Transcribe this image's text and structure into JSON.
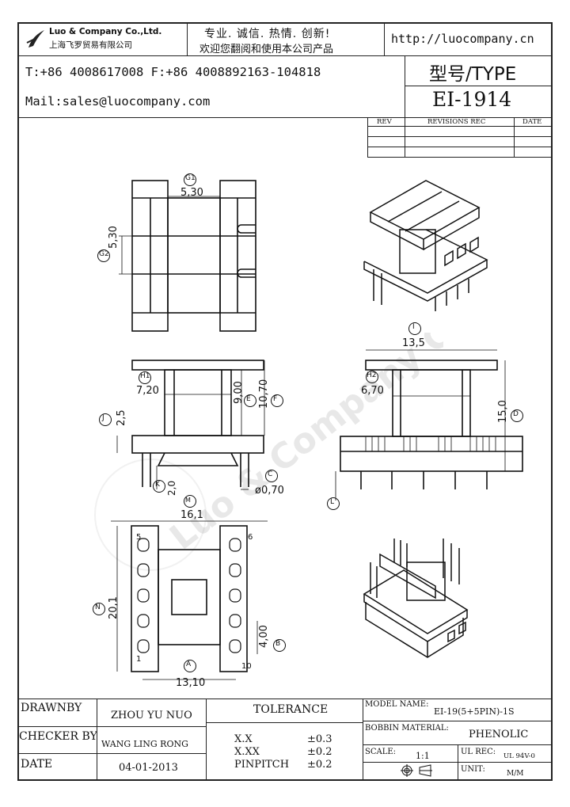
{
  "header": {
    "company_en": "Luo & Company Co.,Ltd.",
    "company_cn": "上海飞罗贸易有限公司",
    "slogan_line1": "专业.  诚信.  热情.  创新!",
    "slogan_line2": "欢迎您翻阅和使用本公司产品",
    "website": "http://luocompany.cn",
    "phone": "T:+86 4008617008 F:+86 4008892163-104818",
    "mail": "Mail:sales@luocompany.com",
    "type_label": "型号/TYPE",
    "type_value": "EI-1914"
  },
  "revision_table": {
    "headers": [
      "REV",
      "REVISIONS REC",
      "DATE"
    ]
  },
  "dimensions": {
    "g1_mark": "G1",
    "g1_value": "5,30",
    "g2_mark": "G2",
    "g2_value": "5,30",
    "h1_mark": "H1",
    "h1_value": "7,20",
    "e_mark": "E",
    "e_value": "9,00",
    "f_mark": "F",
    "f_value": "10,70",
    "j_mark": "J",
    "j_value": "2,5",
    "k_mark": "K",
    "k_value": "2,0",
    "c_mark": "C",
    "c_value": "ø0,70",
    "i_mark": "I",
    "i_value": "13,5",
    "h2_mark": "H2",
    "h2_value": "6,70",
    "d_mark": "D",
    "d_value": "15,0",
    "l_mark": "L",
    "m_mark": "M",
    "m_value": "16,1",
    "n_mark": "N",
    "n_value": "20,1",
    "b_mark": "B",
    "b_value": "4,00",
    "a_mark": "A",
    "a_value": "13,10",
    "pin5": "5",
    "pin6": "6",
    "pin1": "1",
    "pin10": "10"
  },
  "footer": {
    "drawnby_label": "DRAWNBY",
    "drawnby_value": "ZHOU YU NUO",
    "checker_label": "CHECKER BY",
    "checker_value": "WANG LING RONG",
    "date_label": "DATE",
    "date_value": "04-01-2013",
    "tolerance_label": "TOLERANCE",
    "tol_xx_label": "X.X",
    "tol_xx_value": "±0.3",
    "tol_xxx_label": "X.XX",
    "tol_xxx_value": "±0.2",
    "tol_pin_label": "PINPITCH",
    "tol_pin_value": "±0.2",
    "model_label": "MODEL NAME:",
    "model_value": "EI-19(5+5PIN)-1S",
    "bobbin_label": "BOBBIN MATERIAL:",
    "bobbin_value": "PHENOLIC",
    "scale_label": "SCALE:",
    "scale_value": "1:1",
    "ulrec_label": "UL REC:",
    "ulrec_value": "UL 94V-0",
    "unit_label": "UNIT:",
    "unit_value": "M/M"
  }
}
